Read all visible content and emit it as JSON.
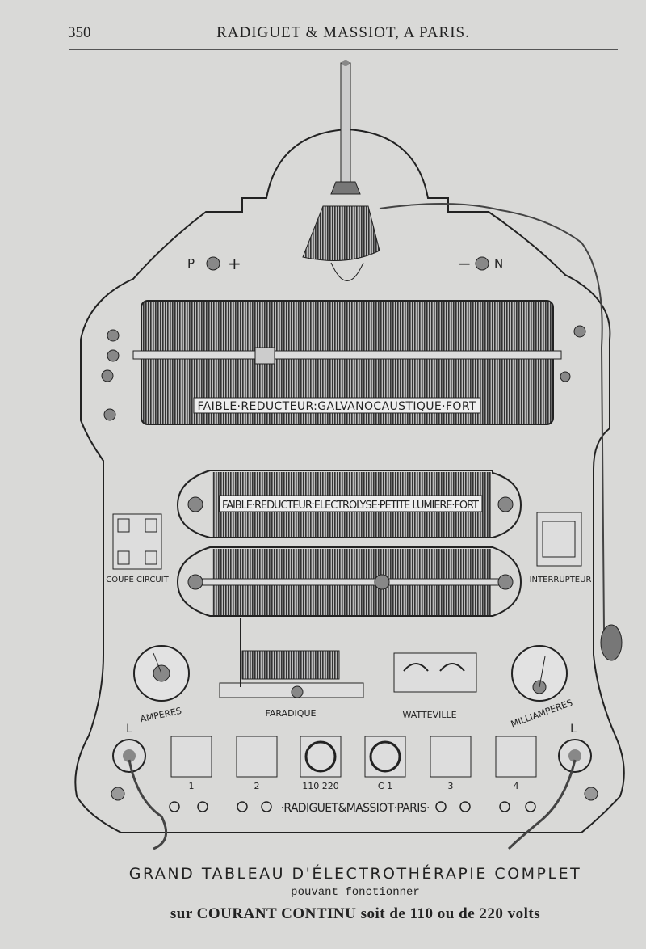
{
  "header": {
    "page_number": "350",
    "title": "RADIGUET & MASSIOT, A PARIS."
  },
  "board": {
    "pole_labels": {
      "positive": "P",
      "positive_sign": "+",
      "negative_sign": "−",
      "negative": "N"
    },
    "galvano_reducer": "FAIBLE·REDUCTEUR:GALVANOCAUSTIQUE·FORT",
    "electrolyse_reducer": "FAIBLE·REDUCTEUR:ELECTROLYSE·PETITE LUMIERE·FORT",
    "coupe_circuit": "COUPE CIRCUIT",
    "interrupteur": "INTERRUPTEUR",
    "amperes": "AMPERES",
    "faradique": "FARADIQUE",
    "watteville": "WATTEVILLE",
    "milliamperes": "MILLIAMPERES",
    "left_jack": "L",
    "right_jack": "L",
    "switch_labels": [
      "1",
      "2",
      "110 220",
      "C 1",
      "3",
      "4"
    ],
    "maker_plate": "·RADIGUET&MASSIOT·PARIS·"
  },
  "caption": {
    "title": "GRAND TABLEAU D'ÉLECTROTHÉRAPIE COMPLET",
    "line2": "pouvant fonctionner",
    "line3": "sur COURANT CONTINU soit de 110 ou de 220 volts"
  }
}
